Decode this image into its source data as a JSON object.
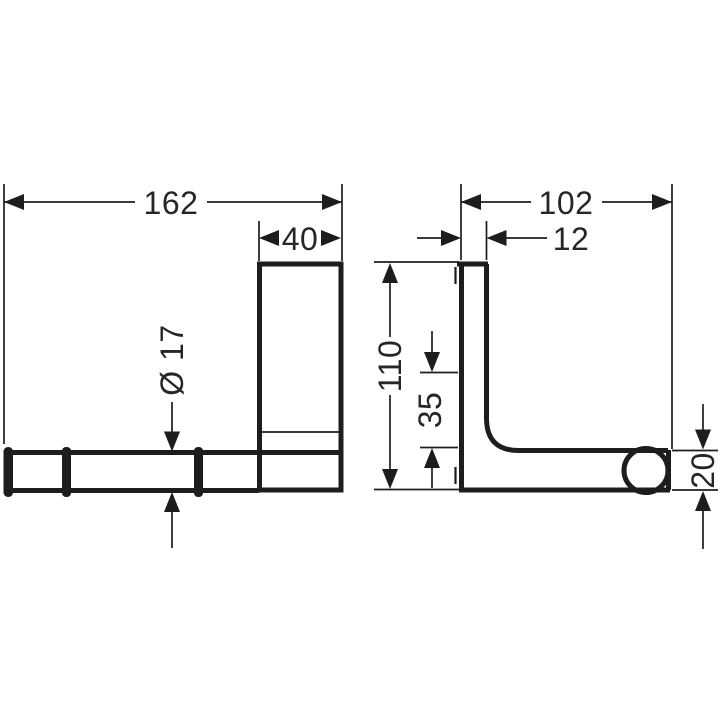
{
  "drawing_type": "technical-dimension-drawing",
  "colors": {
    "ink": "#1d1d1b",
    "text": "#262624",
    "background": "#ffffff"
  },
  "front_view": {
    "total_width": "162",
    "plate_width": "40",
    "rod_diameter": "Ø 17"
  },
  "side_view": {
    "projection_depth": "102",
    "plate_thickness": "12",
    "height": "110",
    "lower_offset": "35",
    "end_diameter": "20"
  }
}
